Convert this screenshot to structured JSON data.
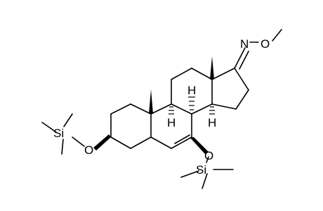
{
  "molecule": {
    "atom_labels": {
      "oxime_n": "N",
      "oxime_o": "O",
      "o3": "O",
      "si3": "Si",
      "o7": "O",
      "si7": "Si",
      "h8": "H",
      "h9": "H",
      "h14": "H"
    },
    "colors": {
      "bond": "#000000",
      "label": "#000000",
      "background": "#ffffff"
    }
  }
}
